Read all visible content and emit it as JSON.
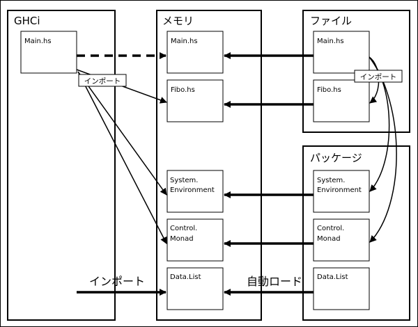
{
  "panels": {
    "ghci": {
      "title": "GHCi"
    },
    "memory": {
      "title": "メモリ"
    },
    "files": {
      "title": "ファイル"
    },
    "packages": {
      "title": "パッケージ"
    }
  },
  "modules": {
    "ghci_main": [
      "Main.hs"
    ],
    "mem_main": [
      "Main.hs"
    ],
    "mem_fibo": [
      "Fibo.hs"
    ],
    "mem_sysenv": [
      "System.",
      "Environment"
    ],
    "mem_ctrl": [
      "Control.",
      "Monad"
    ],
    "mem_list": [
      "Data.List"
    ],
    "file_main": [
      "Main.hs"
    ],
    "file_fibo": [
      "Fibo.hs"
    ],
    "pkg_sysenv": [
      "System.",
      "Environment"
    ],
    "pkg_ctrl": [
      "Control.",
      "Monad"
    ],
    "pkg_list": [
      "Data.List"
    ]
  },
  "labels": {
    "import_tag_left": "インポート",
    "import_tag_right": "インポート",
    "import_big": "インポート",
    "autoload": "自動ロード"
  }
}
